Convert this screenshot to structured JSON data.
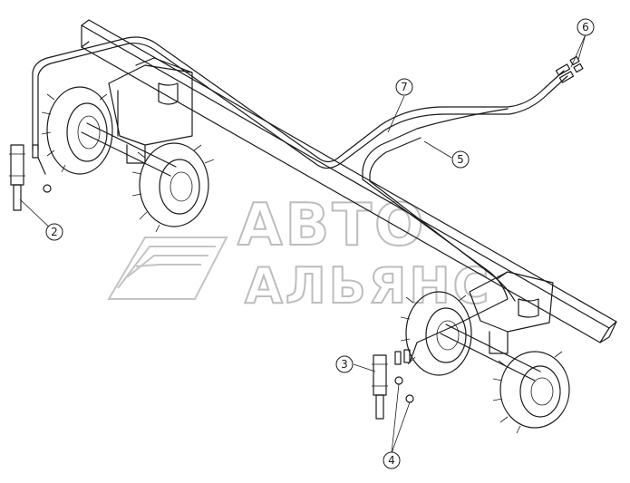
{
  "diagram": {
    "callouts": [
      {
        "id": "callout-2",
        "label": "2"
      },
      {
        "id": "callout-3",
        "label": "3"
      },
      {
        "id": "callout-4",
        "label": "4"
      },
      {
        "id": "callout-5",
        "label": "5"
      },
      {
        "id": "callout-6",
        "label": "6"
      },
      {
        "id": "callout-7",
        "label": "7"
      }
    ]
  },
  "watermark": {
    "line1": "АВТО",
    "line2": "АЛЬЯНС"
  }
}
